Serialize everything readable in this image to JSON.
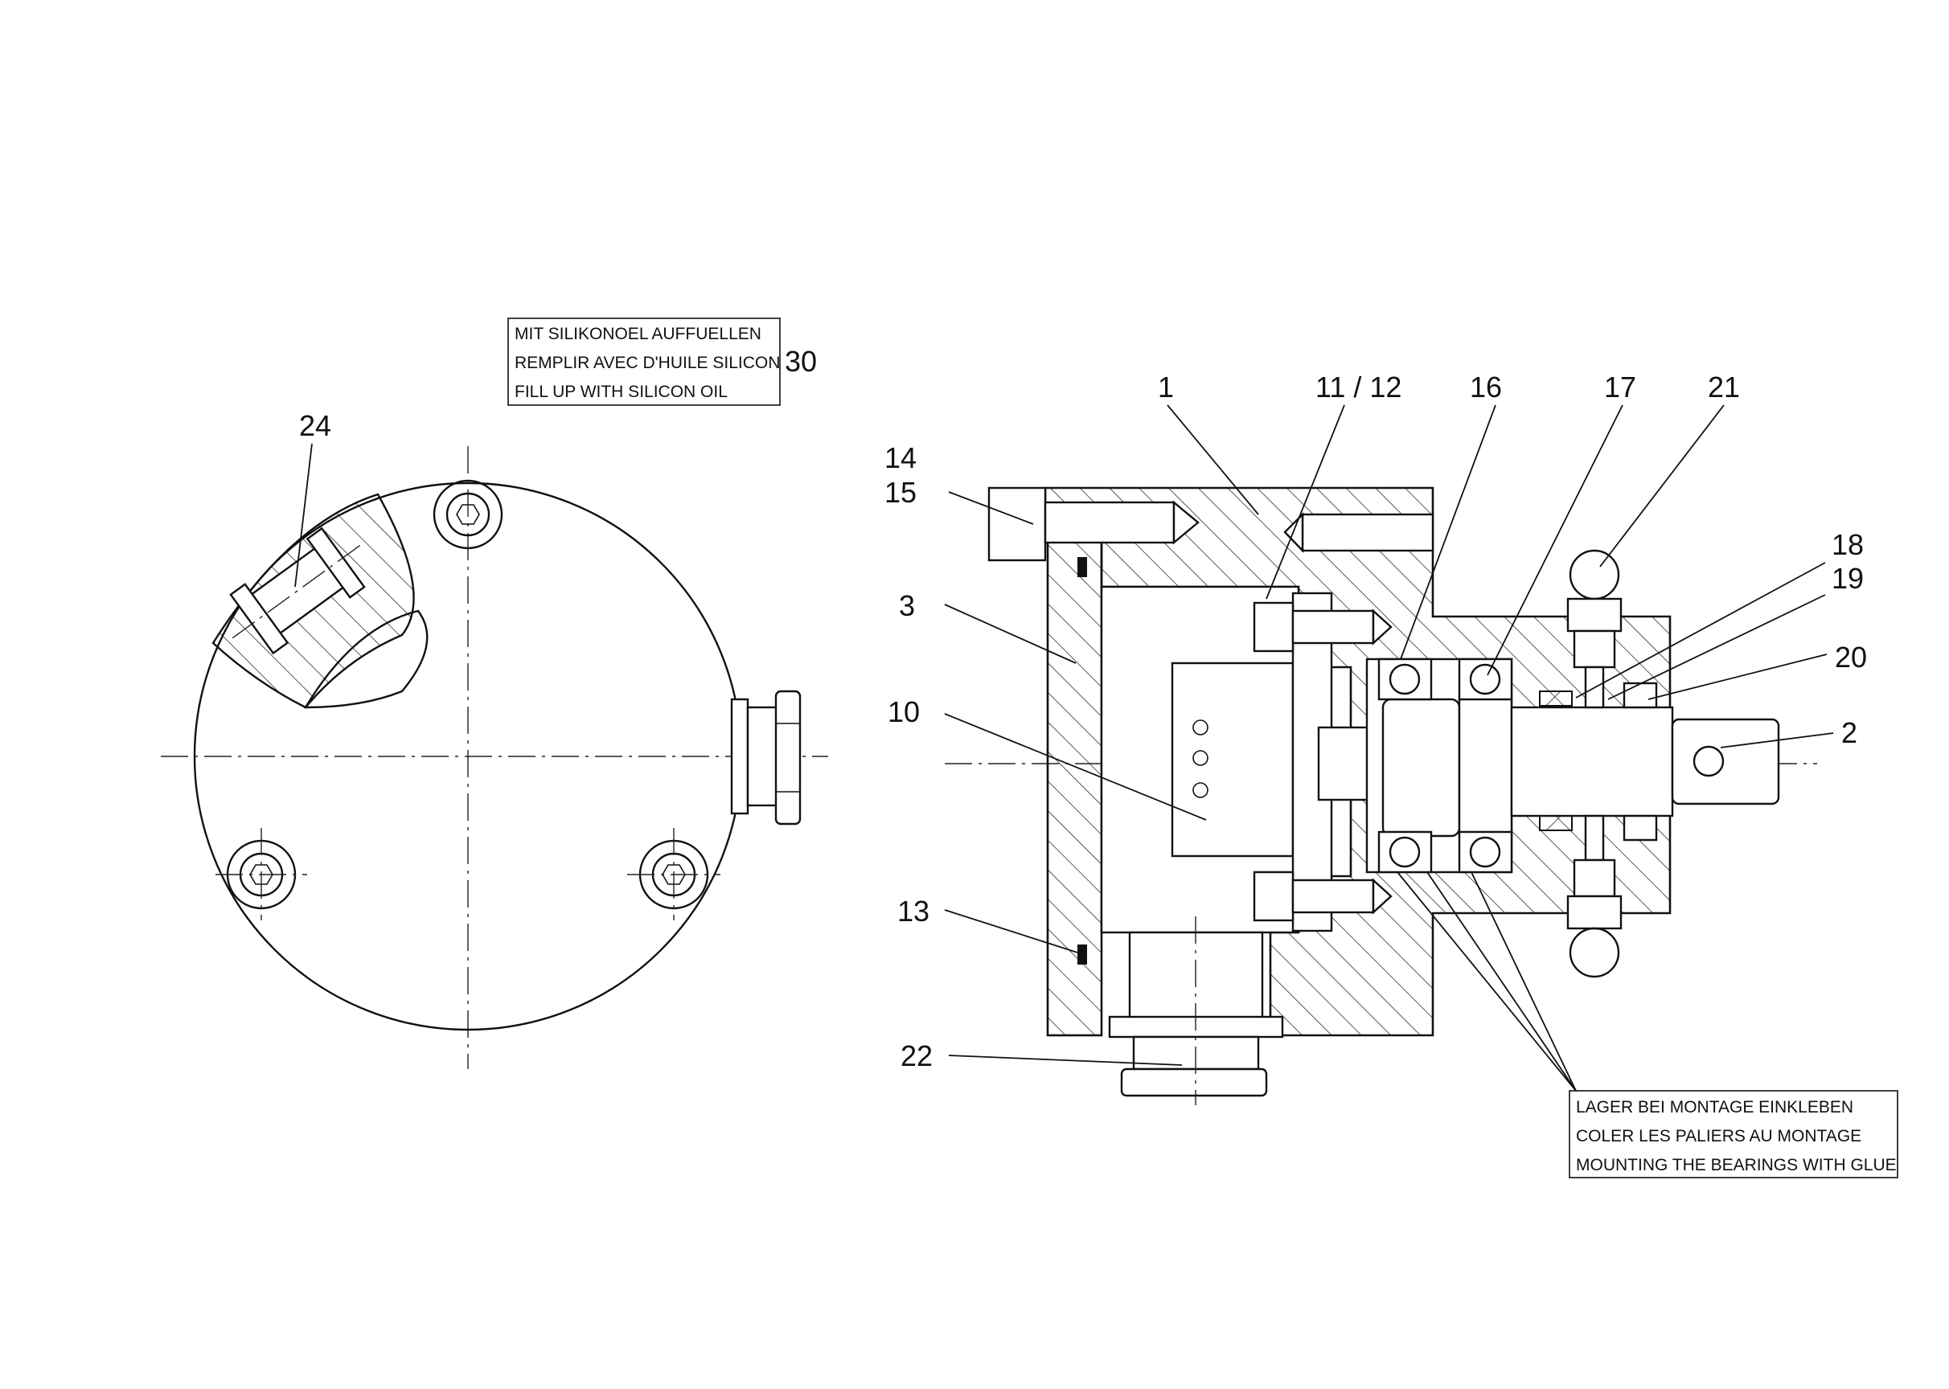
{
  "drawing": {
    "labels": {
      "l1": "1",
      "l2": "2",
      "l3": "3",
      "l10": "10",
      "l11_12": "11 / 12",
      "l13": "13",
      "l14": "14",
      "l15": "15",
      "l16": "16",
      "l17": "17",
      "l18": "18",
      "l19": "19",
      "l20": "20",
      "l21": "21",
      "l22": "22",
      "l24": "24",
      "l30": "30"
    },
    "note_oil": {
      "line1": "MIT SILIKONOEL AUFFUELLEN",
      "line2": "REMPLIR AVEC D'HUILE SILICON",
      "line3": "FILL UP WITH SILICON OIL"
    },
    "note_bearing": {
      "line1": "LAGER BEI MONTAGE EINKLEBEN",
      "line2": "COLER LES PALIERS AU MONTAGE",
      "line3": "MOUNTING THE BEARINGS WITH GLUE"
    }
  }
}
